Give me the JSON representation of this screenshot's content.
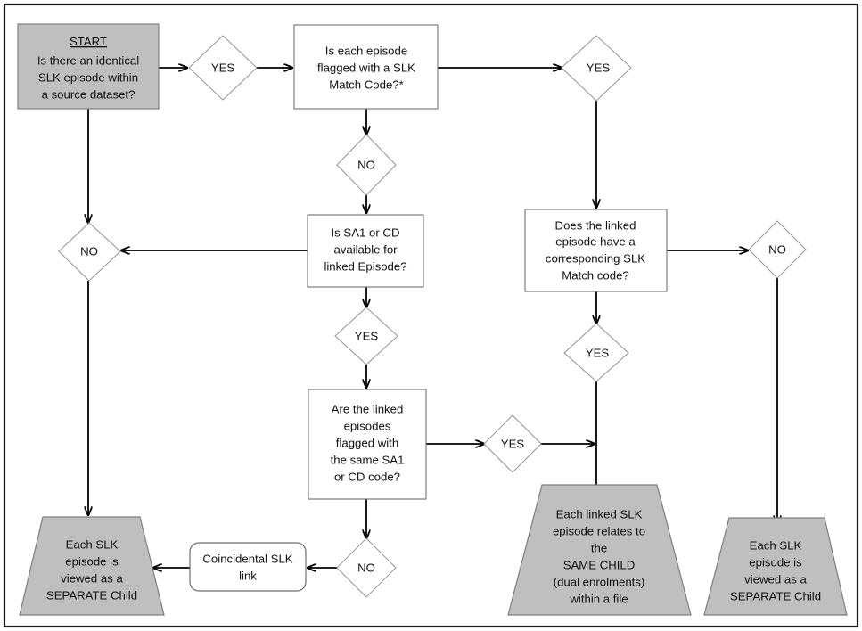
{
  "diagram": {
    "title": "SLK episode linkage decision flowchart",
    "type": "flowchart",
    "colors": {
      "shaded_fill": "#bfbfbf",
      "plain_fill": "#ffffff",
      "shape_stroke": "#7f7f7f",
      "connector_stroke": "#000000",
      "frame_stroke": "#1a1a1a",
      "text": "#111111"
    },
    "nodes": {
      "start": {
        "shape": "process-shaded",
        "heading": "START",
        "lines": [
          "Is there an identical",
          "SLK episode within",
          "a source dataset?"
        ]
      },
      "yes_start": {
        "shape": "decision",
        "label": "YES"
      },
      "no_start": {
        "shape": "decision",
        "label": "NO"
      },
      "slk_match_code": {
        "shape": "process",
        "lines": [
          "Is each episode",
          "flagged with a SLK",
          "Match Code?*"
        ]
      },
      "yes_match_code": {
        "shape": "decision",
        "label": "YES"
      },
      "no_match_code": {
        "shape": "decision",
        "label": "NO"
      },
      "sa1_or_cd": {
        "shape": "process",
        "lines": [
          "Is SA1 or CD",
          "available for",
          "linked Episode?"
        ]
      },
      "yes_sa1_cd": {
        "shape": "decision",
        "label": "YES"
      },
      "linked_episode_slk": {
        "shape": "process",
        "lines": [
          "Does the linked",
          "episode have a",
          "corresponding SLK",
          "Match code?"
        ]
      },
      "no_linked_slk": {
        "shape": "decision",
        "label": "NO"
      },
      "yes_linked_slk": {
        "shape": "decision",
        "label": "YES"
      },
      "same_sa1_cd": {
        "shape": "process",
        "lines": [
          "Are the linked",
          "episodes",
          "flagged with",
          "the same SA1",
          "or CD code?"
        ]
      },
      "yes_same_sa1": {
        "shape": "decision",
        "label": "YES"
      },
      "no_same_sa1": {
        "shape": "decision",
        "label": "NO"
      },
      "coincidental_link": {
        "shape": "rounded",
        "lines": [
          "Coincidental SLK",
          "link"
        ]
      },
      "separate_child_left": {
        "shape": "trapezoid-shaded",
        "lines": [
          "Each SLK",
          "episode is",
          "viewed as a",
          "SEPARATE Child"
        ]
      },
      "same_child": {
        "shape": "trapezoid-shaded",
        "lines": [
          "Each linked SLK",
          "episode relates to",
          "the",
          "SAME CHILD",
          "(dual enrolments)",
          "within a file"
        ]
      },
      "separate_child_right": {
        "shape": "trapezoid-shaded",
        "lines": [
          "Each SLK",
          "episode is",
          "viewed as a",
          "SEPARATE Child"
        ]
      }
    }
  }
}
